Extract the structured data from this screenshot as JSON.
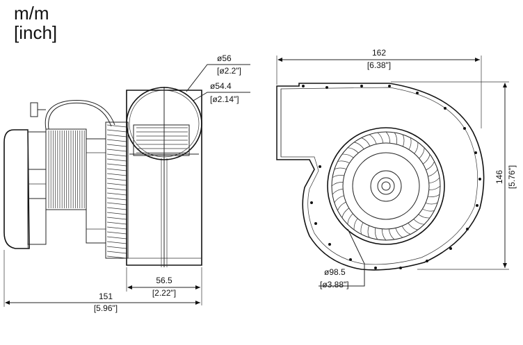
{
  "units": {
    "line1": "m/m",
    "line2": "[inch]"
  },
  "dimensions": {
    "outlet_outer": {
      "mm": "ø56",
      "inch": "[ø2.2\"]"
    },
    "outlet_inner": {
      "mm": "ø54.4",
      "inch": "[ø2.14\"]"
    },
    "width": {
      "mm": "162",
      "inch": "[6.38\"]"
    },
    "height": {
      "mm": "146",
      "inch": "[5.76\"]"
    },
    "impeller": {
      "mm": "ø98.5",
      "inch": "[ø3.88\"]"
    },
    "housing_depth": {
      "mm": "56.5",
      "inch": "[2.22\"]"
    },
    "overall_depth": {
      "mm": "151",
      "inch": "[5.96\"]"
    }
  }
}
